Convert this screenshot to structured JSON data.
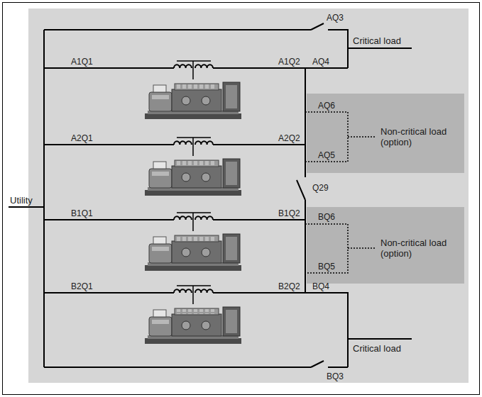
{
  "diagram": {
    "nodes": [
      {
        "text": [
          "Non-critical load (option)"
        ]
      },
      {
        "text": [
          "Non-critical load (option)"
        ]
      }
    ],
    "labels": [
      "AQ3",
      "Critical load",
      "A1Q1",
      "A1Q2",
      "AQ4",
      "AQ6",
      "AQ5",
      "A2Q1",
      "A2Q2",
      "Utility",
      "Q29",
      "B1Q1",
      "B1Q2",
      "BQ6",
      "BQ5",
      "B2Q1",
      "B2Q2",
      "BQ4",
      "Critical load",
      "BQ3"
    ]
  }
}
